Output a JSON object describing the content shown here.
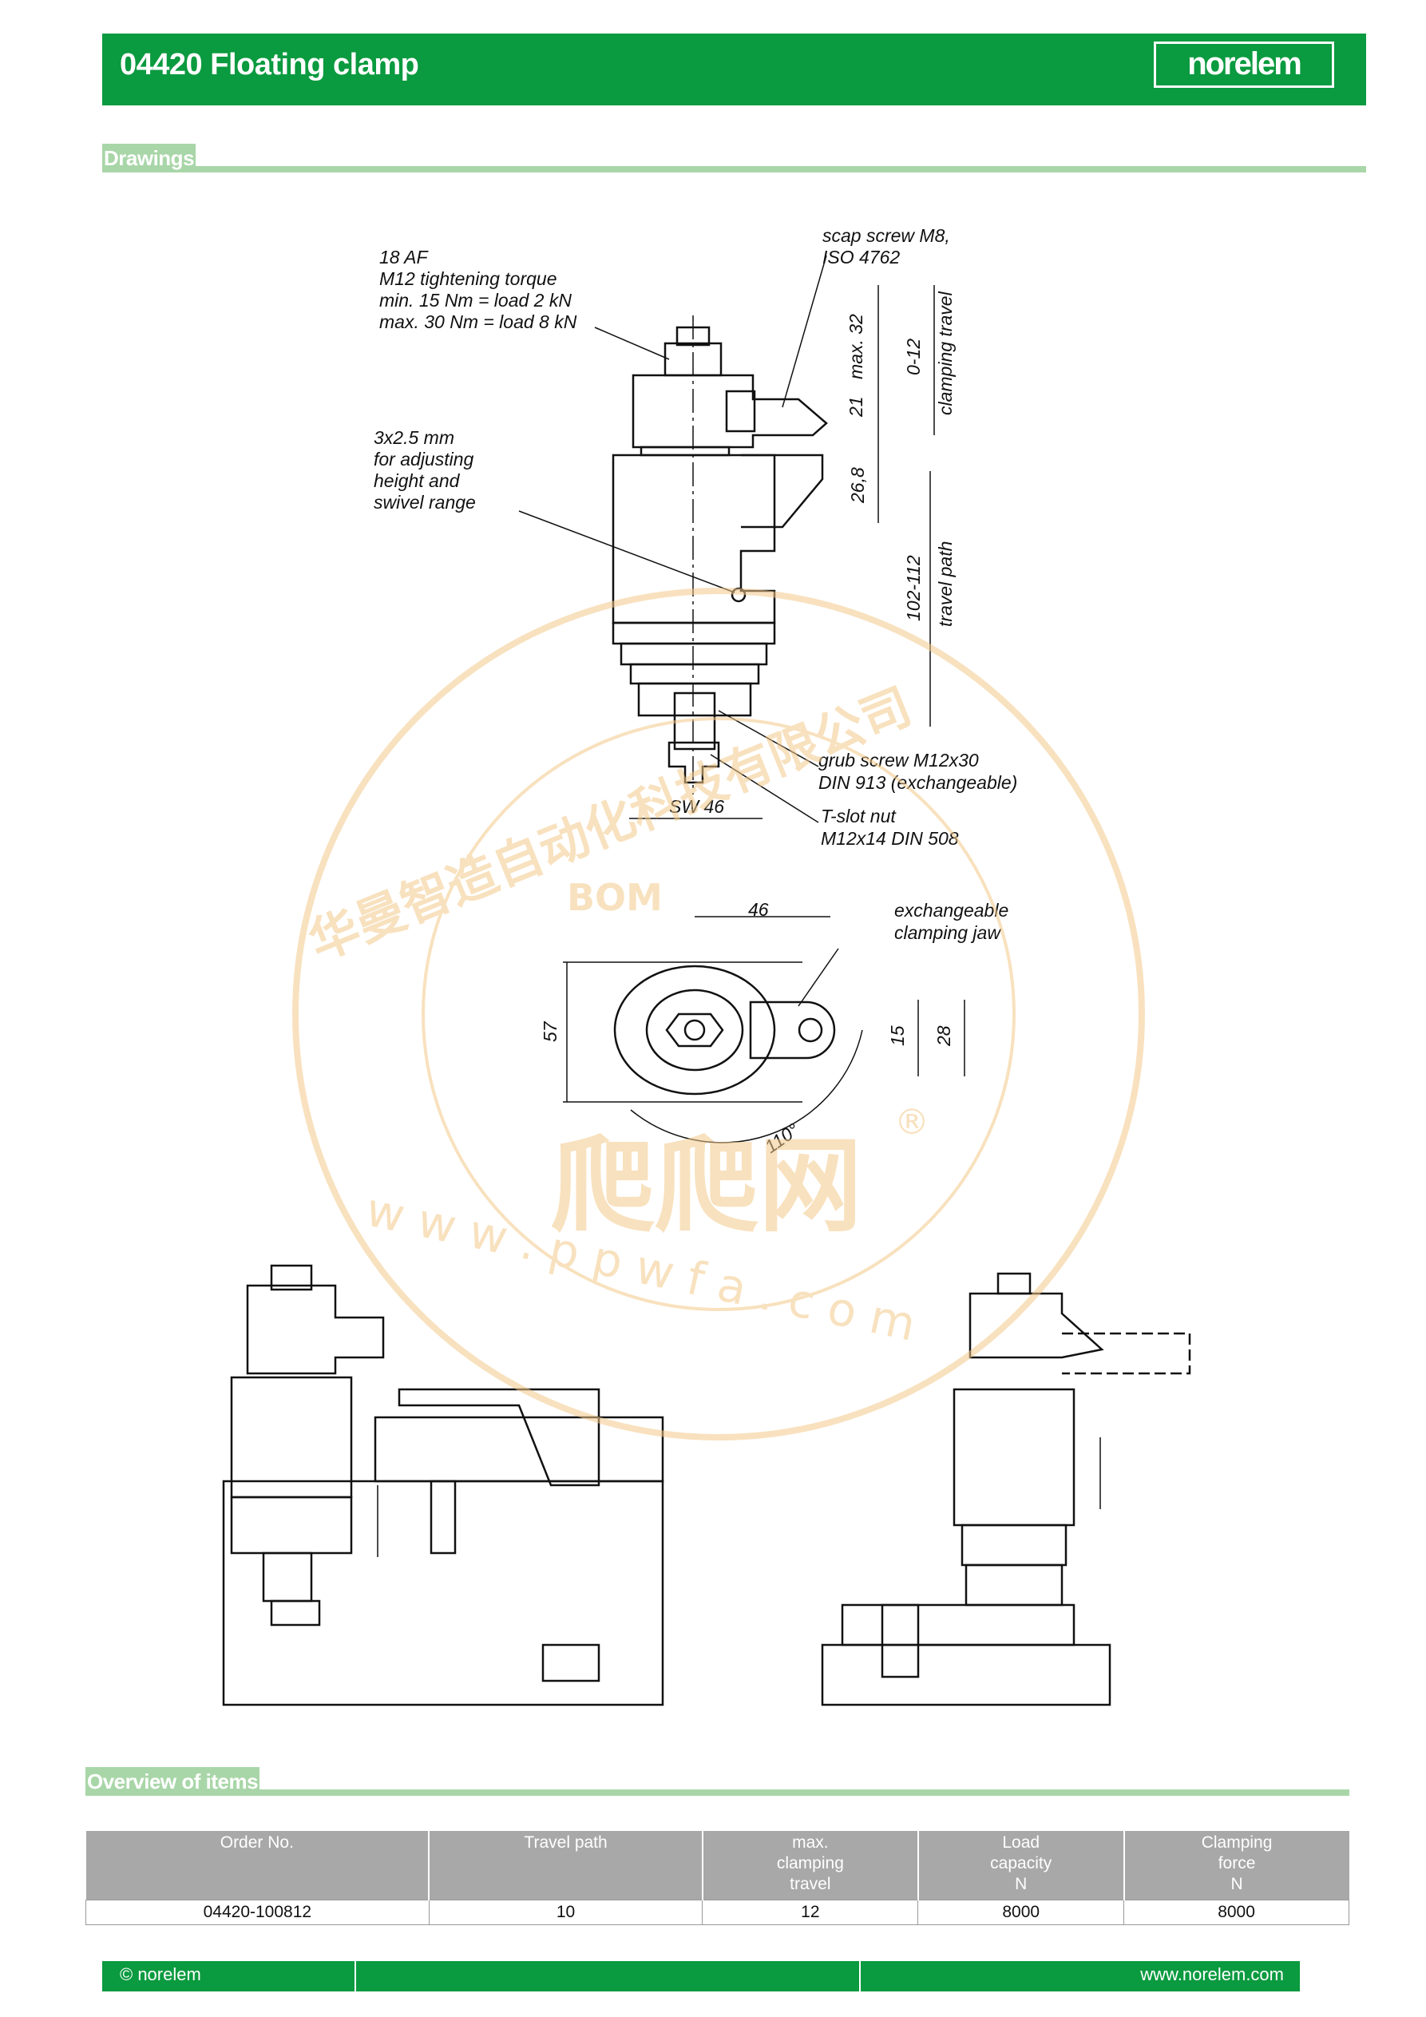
{
  "header": {
    "title": "04420 Floating clamp",
    "logo": "norelem"
  },
  "sections": {
    "drawings": "Drawings",
    "overview": "Overview of items"
  },
  "annotations": {
    "af_1": "18 AF",
    "af_2": "M12 tightening torque",
    "af_3": "min. 15 Nm = load 2 kN",
    "af_4": "max. 30 Nm = load 8 kN",
    "scap_1": "scap screw M8,",
    "scap_2": "ISO 4762",
    "adj_1": "3x2.5 mm",
    "adj_2": "for adjusting",
    "adj_3": "height and",
    "adj_4": "swivel range",
    "grub_1": "grub screw M12x30",
    "grub_2": "DIN 913 (exchangeable)",
    "tslot_1": "T-slot nut",
    "tslot_2": "M12x14 DIN 508",
    "sw": "SW 46",
    "jaw_1": "exchangeable",
    "jaw_2": "clamping jaw",
    "dim_max32": "max. 32",
    "dim_21": "21",
    "dim_0_12": "0-12",
    "dim_clamping_travel": "clamping travel",
    "dim_26_8": "26,8",
    "dim_102_112": "102-112",
    "dim_travel_path": "travel path",
    "dim_46": "46",
    "dim_57": "57",
    "dim_15": "15",
    "dim_28": "28",
    "dim_110": "110°"
  },
  "watermark": {
    "arc_text": "华曼智造自动化科技有限公司",
    "bom": "BOM",
    "brand": "爬爬网",
    "url": "w w w . p p w f a . c o m",
    "reg": "®"
  },
  "table": {
    "headers": [
      "Order No.",
      "Travel path",
      "max.\nclamping\ntravel",
      "Load\ncapacity\nN",
      "Clamping\nforce\nN"
    ],
    "rows": [
      [
        "04420-100812",
        "10",
        "12",
        "8000",
        "8000"
      ]
    ]
  },
  "footer": {
    "copyright": "© norelem",
    "url": "www.norelem.com"
  },
  "colors": {
    "brand_green": "#0a9a3f",
    "section_green": "#a9d6a8",
    "table_header": "#a8a8a8",
    "watermark": "#f4c98a"
  }
}
